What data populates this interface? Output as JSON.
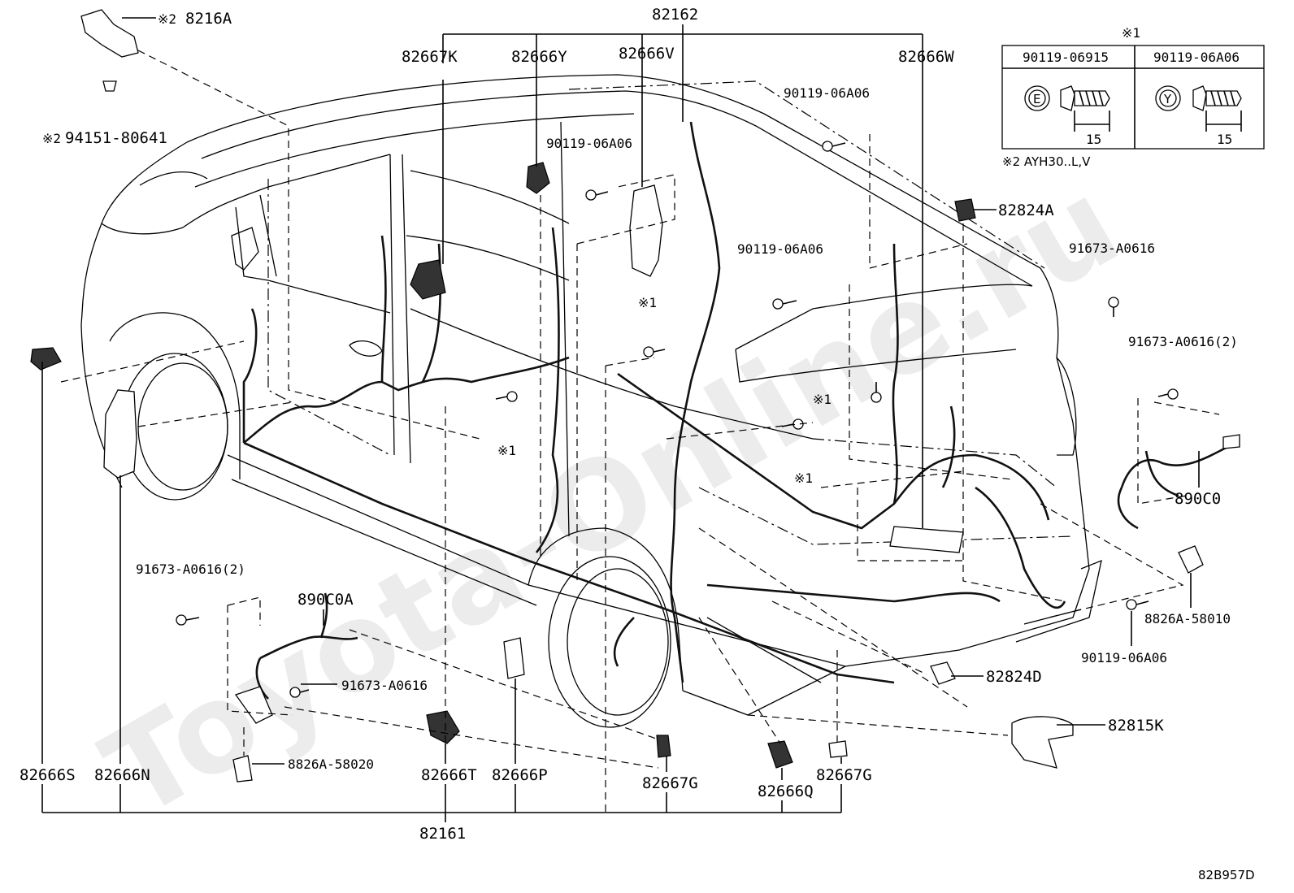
{
  "watermark": "Toyota-Online.ru",
  "figure_code": "82B957D",
  "labels": {
    "p82162": "82162",
    "p82216A": "8216A",
    "p82216A_mark": "※2",
    "p94151": "94151-80641",
    "p94151_mark": "※2",
    "p82667K": "82667K",
    "p82666Y": "82666Y",
    "p82666V": "82666V",
    "p82666W": "82666W",
    "p90119_a": "90119-06A06",
    "p90119_b": "90119-06A06",
    "p90119_c": "90119-06A06",
    "p90119_d": "90119-06A06",
    "p82824A": "82824A",
    "p91673_a": "91673-A0616",
    "p91673_b": "91673-A0616(2)",
    "p91673_c": "91673-A0616(2)",
    "p91673_d": "91673-A0616",
    "p890C0": "890C0",
    "p890C0A": "890C0A",
    "p8826A_a": "8826A-58010",
    "p8826A_b": "8826A-58020",
    "p82824D": "82824D",
    "p82815K": "82815K",
    "p82666S": "82666S",
    "p82666N": "82666N",
    "p82666T": "82666T",
    "p82666P": "82666P",
    "p82667G_a": "82667G",
    "p82666Q": "82666Q",
    "p82667G_b": "82667G",
    "p82161": "82161",
    "mark1_a": "※1",
    "mark1_b": "※1",
    "mark1_c": "※1",
    "mark1_d": "※1"
  },
  "legend": {
    "mark": "※1",
    "col1_header": "90119-06915",
    "col1_letter": "E",
    "col1_dim": "15",
    "col2_header": "90119-06A06",
    "col2_letter": "Y",
    "col2_dim": "15",
    "footnote": "※2 AYH30..L,V"
  }
}
